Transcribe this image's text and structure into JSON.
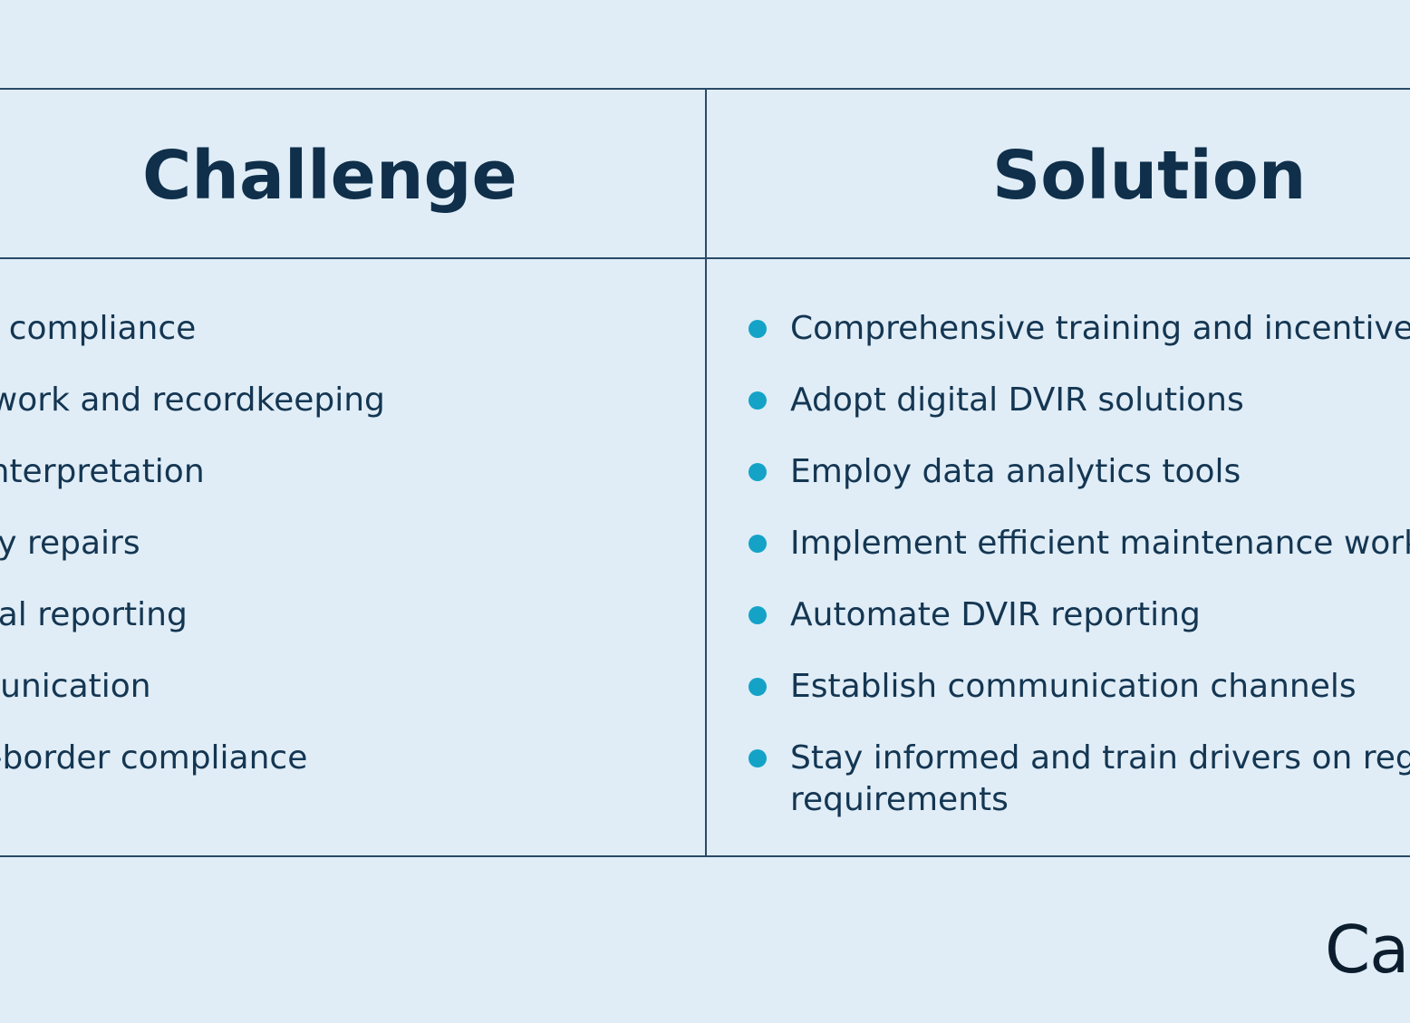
{
  "table": {
    "challenge_heading": "Challenge",
    "solution_heading": "Solution",
    "challenges": [
      "iver compliance",
      "perwork and recordkeeping",
      "ta interpretation",
      "mely repairs",
      "anual reporting",
      "mmunication",
      "oss-border compliance"
    ],
    "solutions": [
      "Comprehensive training and incentives",
      "Adopt digital DVIR solutions",
      "Employ data analytics tools",
      "Implement efficient maintenance workflo",
      "Automate DVIR reporting",
      "Establish communication channels",
      "Stay informed and train drivers on region requirements"
    ]
  },
  "brand": {
    "text": "Cal"
  },
  "colors": {
    "background": "#e0edf7",
    "text": "#0f2f4a",
    "bullet": "#14a3c7",
    "rule": "#2a4a66"
  }
}
